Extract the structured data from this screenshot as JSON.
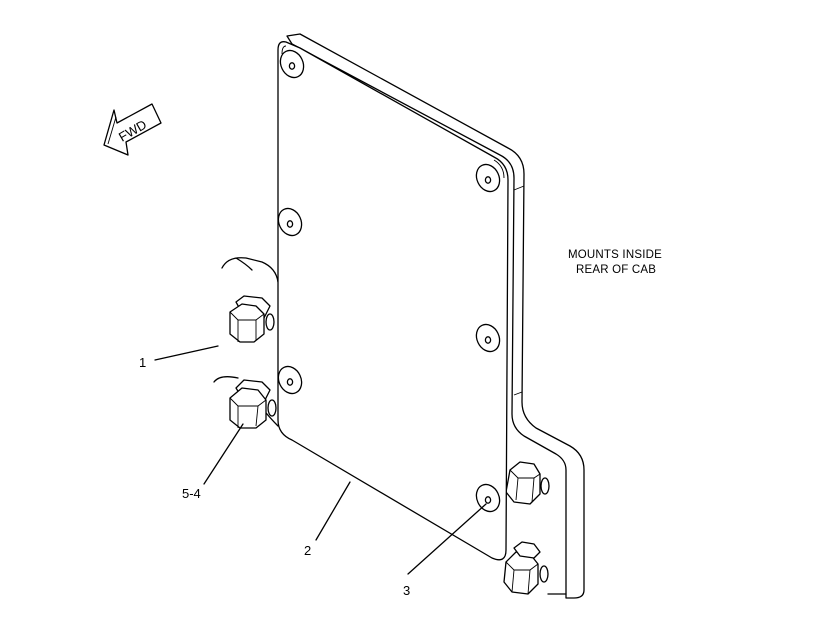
{
  "diagram": {
    "direction_arrow": {
      "label": "FWD"
    },
    "note": {
      "line1": "MOUNTS INSIDE",
      "line2": "REAR OF CAB"
    },
    "callouts": [
      {
        "id": "callout-1",
        "label": "1"
      },
      {
        "id": "callout-5-4",
        "label": "5-4"
      },
      {
        "id": "callout-2",
        "label": "2"
      },
      {
        "id": "callout-3",
        "label": "3"
      }
    ]
  }
}
